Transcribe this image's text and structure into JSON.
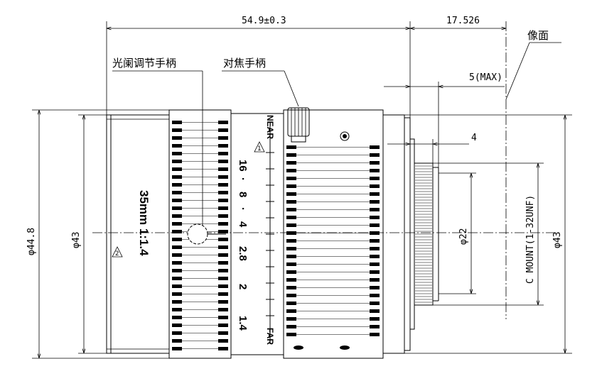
{
  "dimensions": {
    "overall_length": "54.9±0.3",
    "flange_distance": "17.526",
    "mount_protrusion": "5(MAX)",
    "thread_length": "4",
    "outer_diameter": "φ44.8",
    "body_diameter": "φ43",
    "rear_diameter": "φ43",
    "inner_diameter": "φ22",
    "mount_spec": "C MOUNT(1-32UNF)"
  },
  "labels": {
    "image_plane": "像面",
    "iris_handle": "光阑调节手柄",
    "focus_handle": "对焦手柄",
    "model": "35mm 1:1.4"
  },
  "markers": {
    "marker_1": "1",
    "marker_2": "2"
  },
  "focus_scale": {
    "near": "NEAR",
    "far": "FAR"
  },
  "aperture_scale": [
    "16",
    "·",
    "8",
    "·",
    "4",
    "2.8",
    "2",
    "1.4"
  ]
}
